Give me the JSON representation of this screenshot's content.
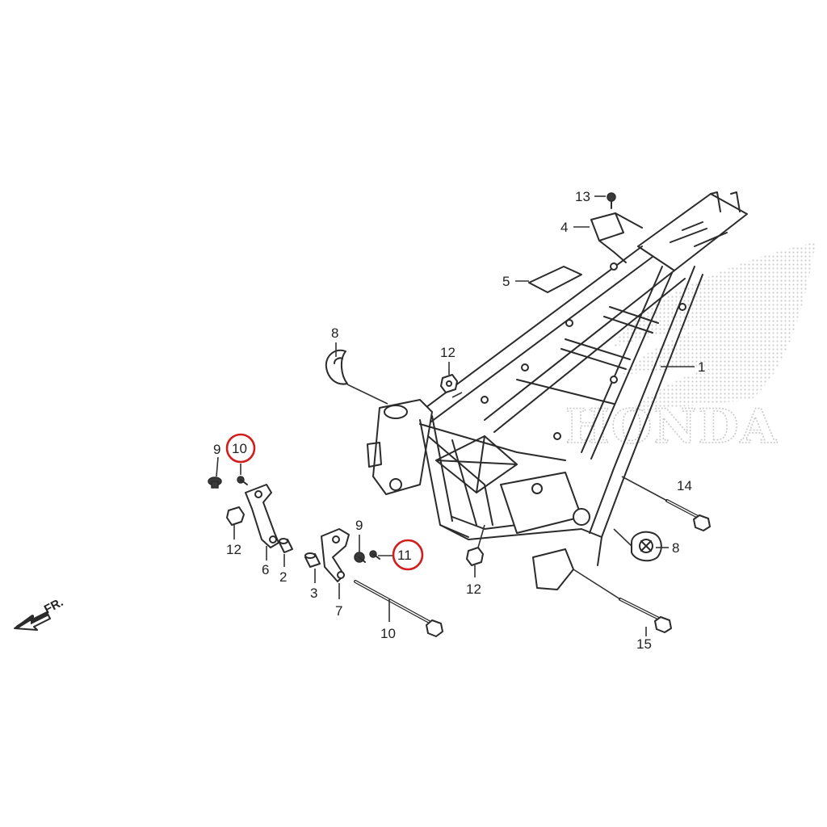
{
  "diagram": {
    "callouts": [
      {
        "id": "c1",
        "label": "1"
      },
      {
        "id": "c2",
        "label": "2"
      },
      {
        "id": "c3",
        "label": "3"
      },
      {
        "id": "c4",
        "label": "4"
      },
      {
        "id": "c5",
        "label": "5"
      },
      {
        "id": "c6",
        "label": "6"
      },
      {
        "id": "c7",
        "label": "7"
      },
      {
        "id": "c8a",
        "label": "8"
      },
      {
        "id": "c8b",
        "label": "8"
      },
      {
        "id": "c9a",
        "label": "9"
      },
      {
        "id": "c9b",
        "label": "9"
      },
      {
        "id": "c10a",
        "label": "10"
      },
      {
        "id": "c10b",
        "label": "10"
      },
      {
        "id": "c11",
        "label": "11"
      },
      {
        "id": "c12a",
        "label": "12"
      },
      {
        "id": "c12b",
        "label": "12"
      },
      {
        "id": "c12c",
        "label": "12"
      },
      {
        "id": "c13",
        "label": "13"
      },
      {
        "id": "c14",
        "label": "14"
      },
      {
        "id": "c15",
        "label": "15"
      }
    ],
    "highlighted": [
      "c10a",
      "c10b"
    ],
    "direction_label": "FR.",
    "watermark_text": "HONDA",
    "highlight_color": "#d21d1d"
  }
}
